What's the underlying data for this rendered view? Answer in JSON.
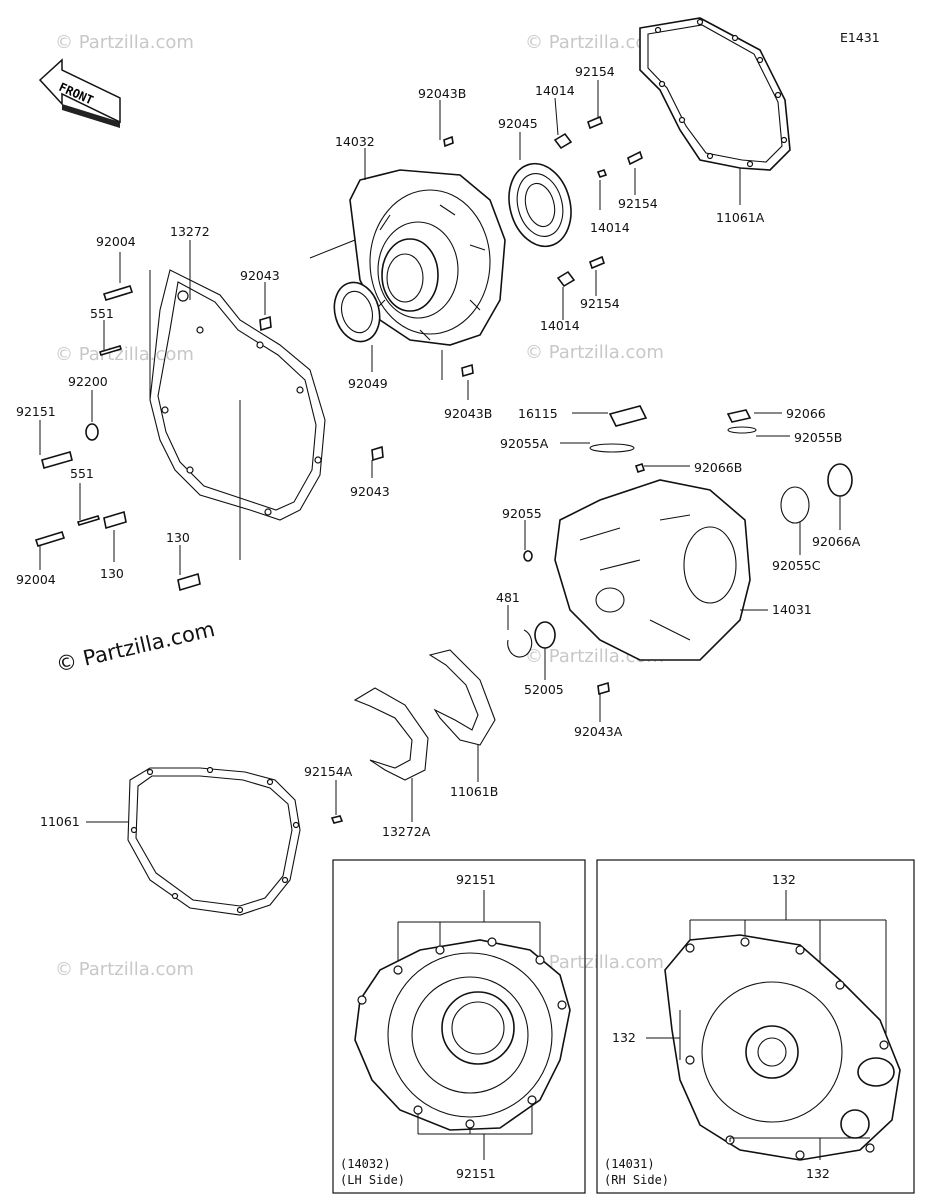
{
  "diagram_code": "E1431",
  "front_label": "FRONT",
  "copyright": "© Partzilla.com",
  "watermark": "© Partzilla.com",
  "parts": {
    "p92043B_top": "92043B",
    "p14014_top": "14014",
    "p92154_top": "92154",
    "p14032": "14032",
    "p92045": "92045",
    "p92154_mid": "92154",
    "p14014_mid": "14014",
    "p11061A": "11061A",
    "p92004_top": "92004",
    "p13272": "13272",
    "p92043_top": "92043",
    "p551_top": "551",
    "p92049": "92049",
    "p92154_low": "92154",
    "p14014_low": "14014",
    "p92200": "92200",
    "p92151": "92151",
    "p92043B_low": "92043B",
    "p16115": "16115",
    "p92066": "92066",
    "p92055A": "92055A",
    "p92055B": "92055B",
    "p92066B": "92066B",
    "p551_low": "551",
    "p92043_mid": "92043",
    "p92055": "92055",
    "p92066A": "92066A",
    "p92004_low": "92004",
    "p130_a": "130",
    "p130_b": "130",
    "p92055C": "92055C",
    "p14031": "14031",
    "p481": "481",
    "p52005": "52005",
    "p92043A": "92043A",
    "p92154A": "92154A",
    "p11061B": "11061B",
    "p11061": "11061",
    "p13272A": "13272A"
  },
  "inset_left": {
    "top_label": "92151",
    "bottom_label": "92151",
    "caption_line1": "(14032)",
    "caption_line2": "(LH Side)"
  },
  "inset_right": {
    "top_label": "132",
    "side_label": "132",
    "bottom_label": "132",
    "caption_line1": "(14031)",
    "caption_line2": "(RH Side)"
  }
}
